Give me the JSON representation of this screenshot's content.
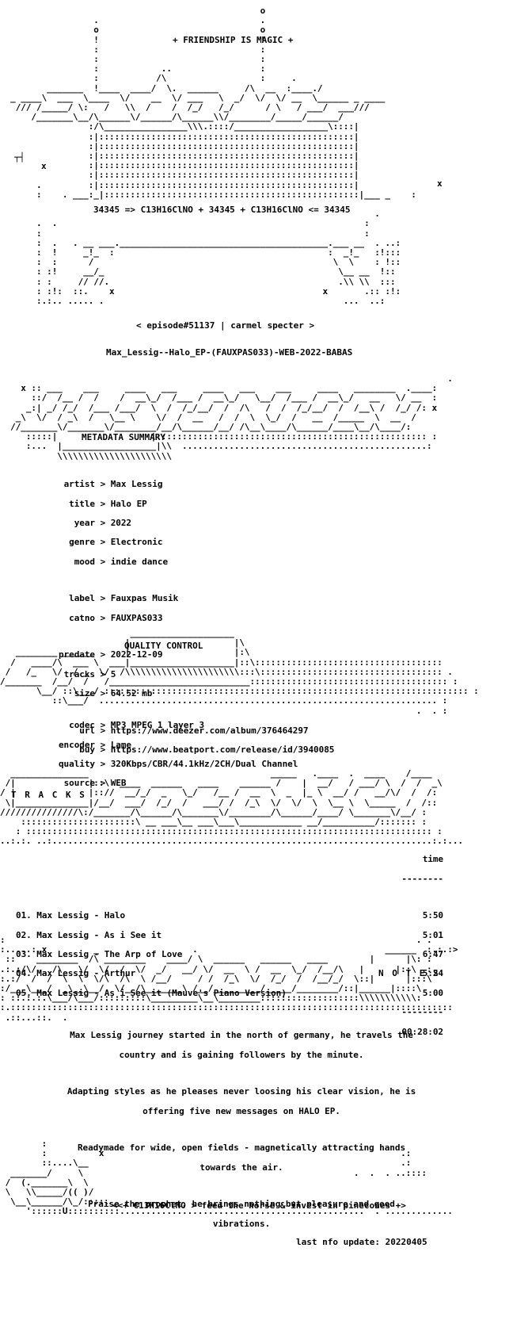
{
  "header": {
    "banner": "+ FRIENDSHIP IS MAGIC +",
    "formula": "34345 => C13H16ClNO + 34345 + C13H16ClNO <= 34345",
    "episode": "< episode#51137 | carmel specter >",
    "release": "Max_Lessig--Halo_EP-(FAUXPAS033)-WEB-2022-BABAS"
  },
  "sections": {
    "metadata_title": "METADATA SUMMARY",
    "quality_title": "QUALITY CONTROL",
    "tracks_title": "T R A C K S",
    "notes_title": "N O T E S"
  },
  "metadata": {
    "artist_label": "artist",
    "artist": "Max Lessig",
    "title_label": "title",
    "title": "Halo EP",
    "year_label": "year",
    "year": "2022",
    "genre_label": "genre",
    "genre": "Electronic",
    "mood_label": "mood",
    "mood": "indie dance",
    "label_label": "label",
    "label": "Fauxpas Musik",
    "catno_label": "catno",
    "catno": "FAUXPAS033",
    "predate_label": "predate",
    "predate": "2022-12-09",
    "tracks_label": "tracks",
    "tracks": "5",
    "size_label": "size",
    "size": "64.52 mb",
    "url_label": "url",
    "url": "https://www.deezer.com/album/376464297",
    "buy_label": "buy",
    "buy": "https://www.beatport.com/release/id/3940085"
  },
  "quality": {
    "codec_label": "codec",
    "codec": "MP3 MPEG 1 layer 3",
    "encoder_label": "encoder",
    "encoder": "Lame",
    "quality_label": "quality",
    "quality": "320Kbps/CBR/44.1kHz/2CH/Dual Channel",
    "source_label": "source",
    "source": "WEB"
  },
  "tracklist": {
    "time_header": "time",
    "items": [
      {
        "num": "01.",
        "name": "Max Lessig - Halo",
        "time": "5:50"
      },
      {
        "num": "02.",
        "name": "Max Lessig - As i See it",
        "time": "5:01"
      },
      {
        "num": "03.",
        "name": "Max Lessig - The Arp of Love",
        "time": "6:47"
      },
      {
        "num": "04.",
        "name": "Max Lessig - Arthur",
        "time": "5:24"
      },
      {
        "num": "05.",
        "name": "Max Lessig - As i See it (Mauve's Piano Version)",
        "time": "5:00"
      }
    ],
    "total": "00:28:02"
  },
  "notes": {
    "p1_l1": "Max Lessig journey started in the north of germany, he travels the",
    "p1_l2": "country and is gaining followers by the minute.",
    "p2_l1": "Adapting styles as he pleases never loosing his clear vision, he is",
    "p2_l2": "offering five new messages on HALO EP.",
    "p3_l1": "Readymade for wide, open fields - magnetically attracting hands",
    "p3_l2": "towards the air.",
    "p4_l1": "Praise the prophet, he brings nothing but pleasure and good",
    "p4_l2": "vibrations."
  },
  "footer": {
    "slogan": "<<+ C13H16ClNO > feed the horse & invest in pinecones +>",
    "last_update": "last nfo update: 20220405"
  }
}
